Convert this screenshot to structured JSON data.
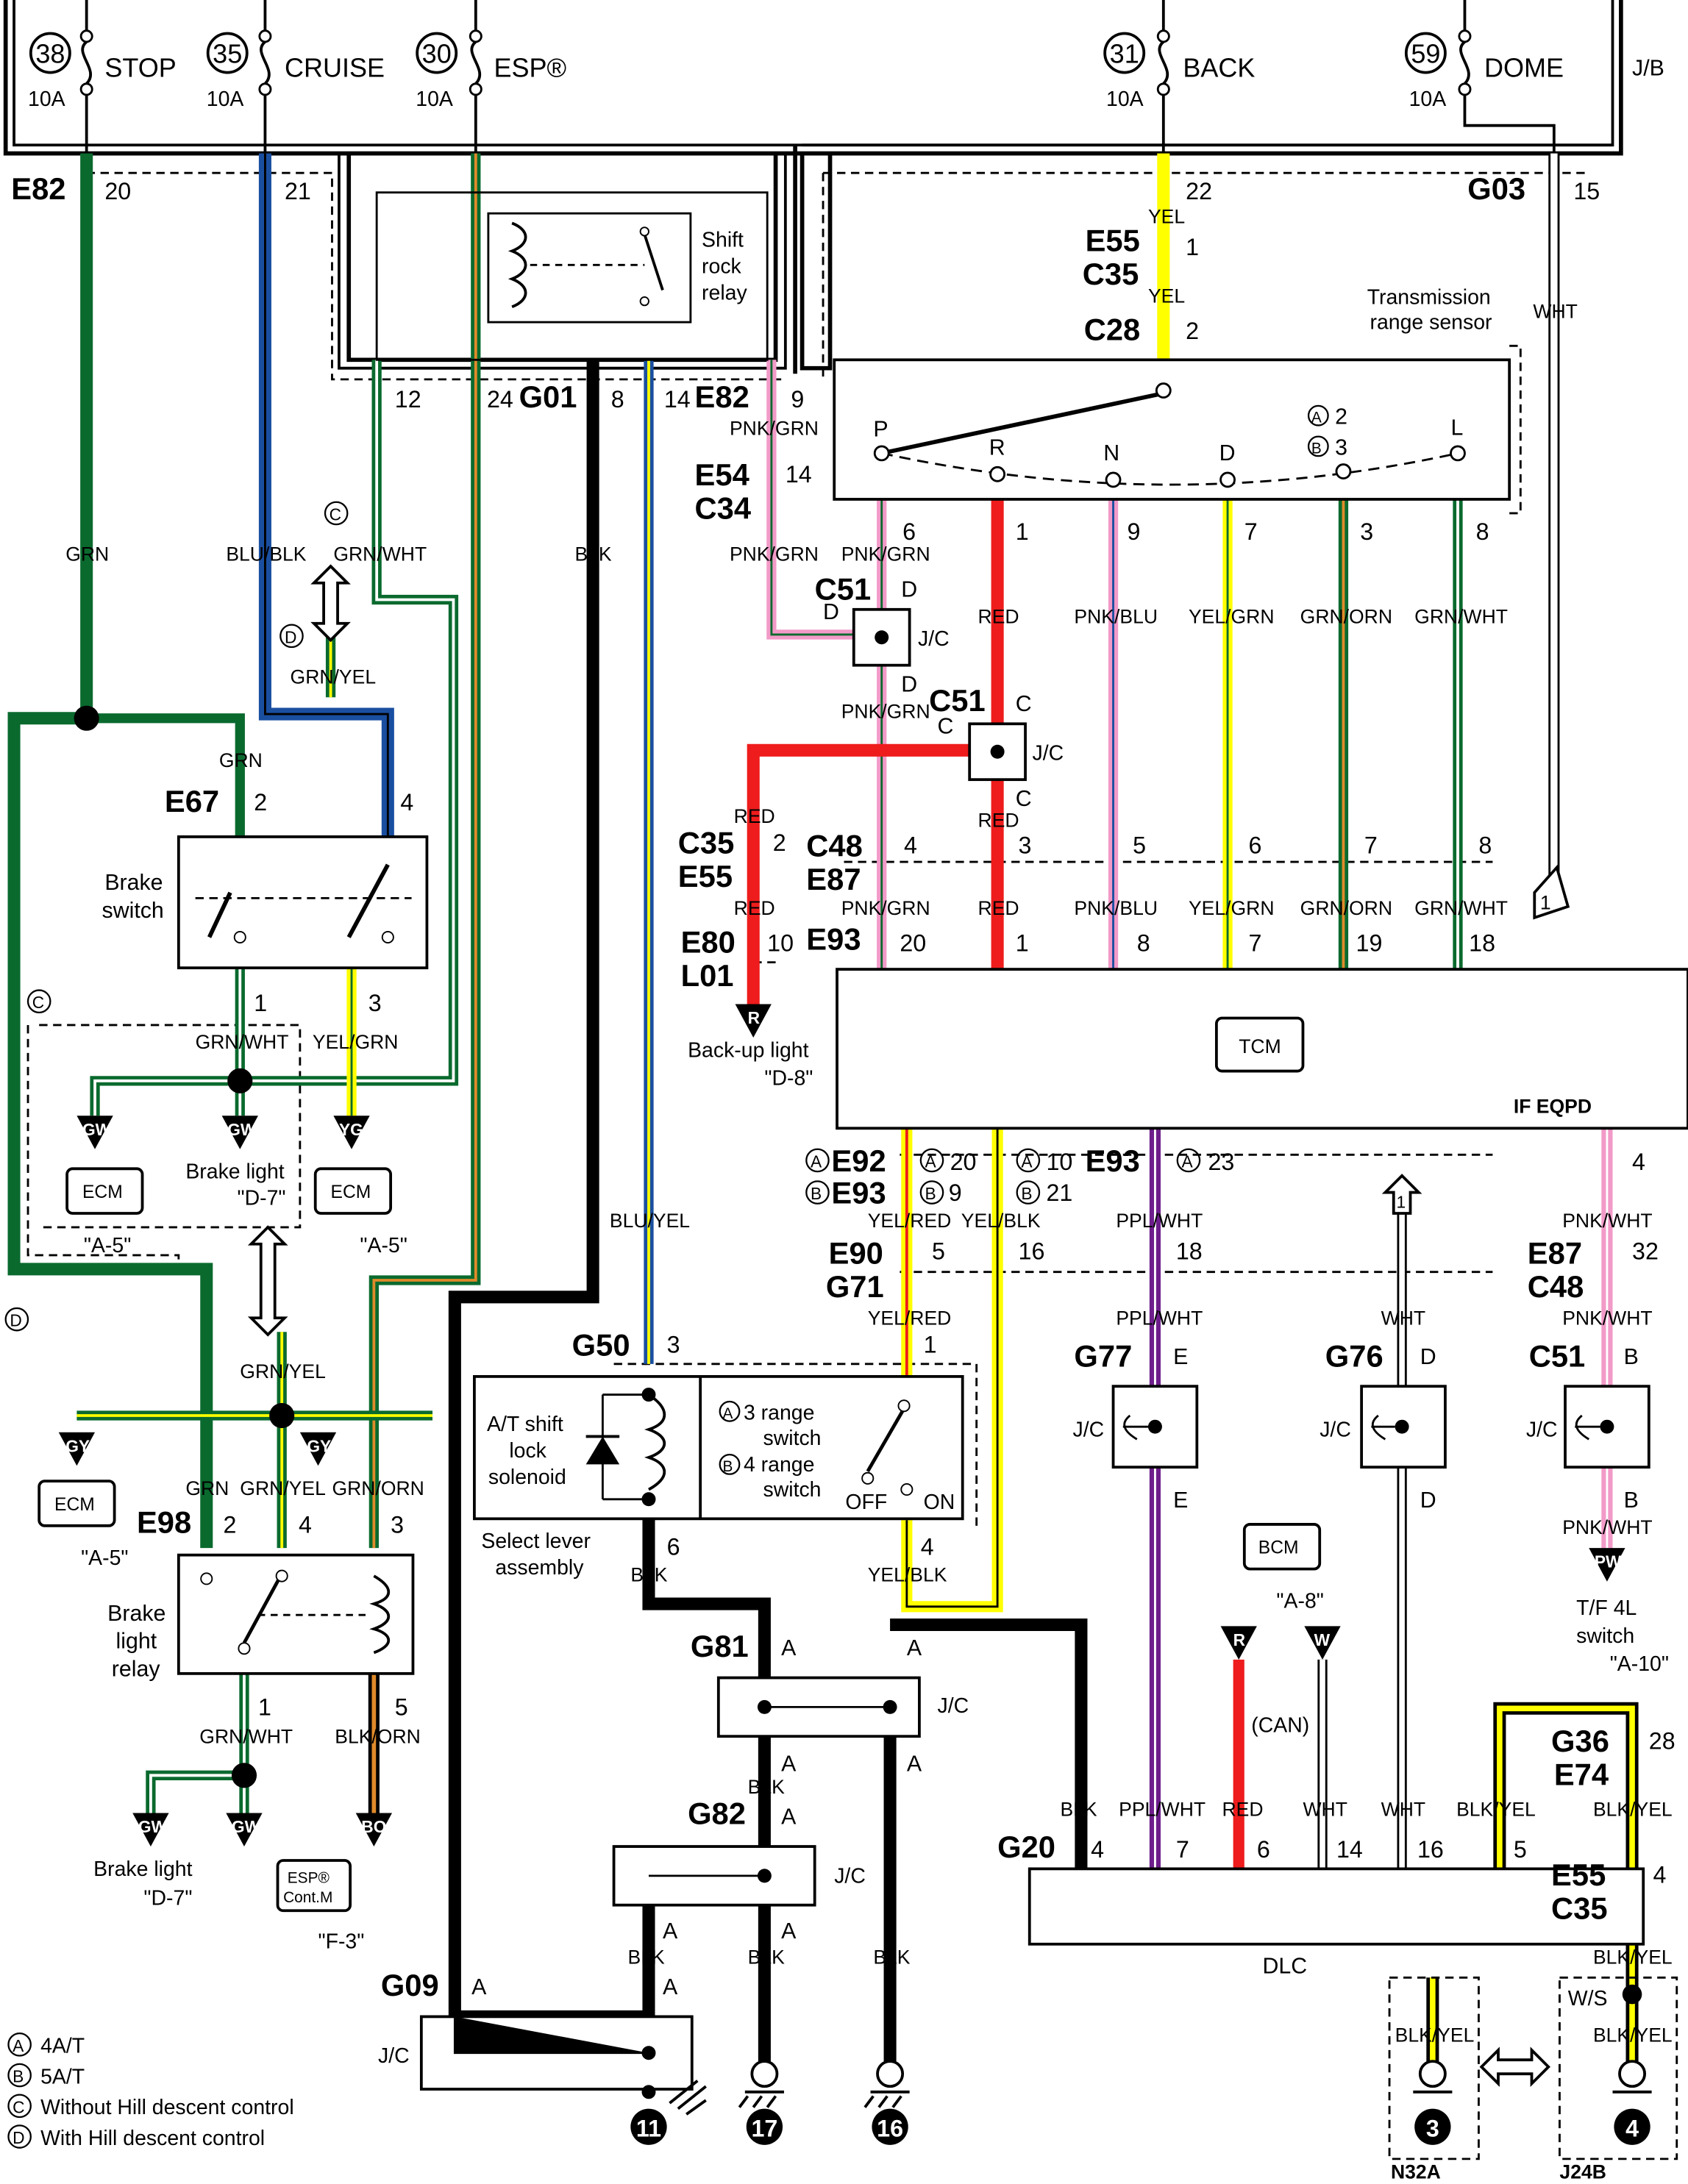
{
  "fuses": [
    {
      "num": "38",
      "amps": "10A",
      "name": "STOP"
    },
    {
      "num": "35",
      "amps": "10A",
      "name": "CRUISE"
    },
    {
      "num": "30",
      "amps": "10A",
      "name": "ESP®"
    },
    {
      "num": "31",
      "amps": "10A",
      "name": "BACK"
    },
    {
      "num": "59",
      "amps": "10A",
      "name": "DOME"
    }
  ],
  "jb_label": "J/B",
  "connectors": {
    "e82": "E82",
    "g03": "G03",
    "e55": "E55",
    "c35": "C35",
    "c28": "C28",
    "g01": "G01",
    "e54": "E54",
    "c34": "C34",
    "c51": "C51",
    "e67": "E67",
    "c48": "C48",
    "e87": "E87",
    "e80": "E80",
    "l01": "L01",
    "e93": "E93",
    "e92": "E92",
    "e90": "E90",
    "g71": "G71",
    "g77": "G77",
    "g76": "G76",
    "g50": "G50",
    "e98": "E98",
    "g81": "G81",
    "g82": "G82",
    "g20": "G20",
    "g09": "G09",
    "g36": "G36",
    "e74": "E74"
  },
  "pins": {
    "p20": "20",
    "p21": "21",
    "p22": "22",
    "p15": "15",
    "p1": "1",
    "p2": "2",
    "p12": "12",
    "p24": "24",
    "p8": "8",
    "p14": "14",
    "p9": "9",
    "p4": "4",
    "p3": "3",
    "p6": "6",
    "p7": "7",
    "p5": "5",
    "p10": "10",
    "p19": "19",
    "p18": "18",
    "p23": "23",
    "p16": "16",
    "p32": "32",
    "p28": "28",
    "p21b": "21"
  },
  "pin_letters": {
    "a": "A",
    "b": "B",
    "c": "C",
    "d": "D",
    "e": "E"
  },
  "wires": {
    "grn": "GRN",
    "blu_blk": "BLU/BLK",
    "grn_wht": "GRN/WHT",
    "grn_yel": "GRN/YEL",
    "blk": "BLK",
    "blu_yel": "BLU/YEL",
    "yel": "YEL",
    "wht": "WHT",
    "pnk_grn": "PNK/GRN",
    "red": "RED",
    "pnk_blu": "PNK/BLU",
    "yel_grn": "YEL/GRN",
    "grn_orn": "GRN/ORN",
    "yel_red": "YEL/RED",
    "yel_blk": "YEL/BLK",
    "ppl_wht": "PPL/WHT",
    "pnk_wht": "PNK/WHT",
    "blk_orn": "BLK/ORN",
    "blk_yel": "BLK/YEL",
    "can": "(CAN)"
  },
  "components": {
    "shift_lock_relay": [
      "Shift",
      "rock",
      "relay"
    ],
    "trans_range_sensor": [
      "Transmission",
      "range sensor"
    ],
    "positions": [
      "P",
      "R",
      "N",
      "D",
      "2",
      "3",
      "L"
    ],
    "brake_switch": [
      "Brake",
      "switch"
    ],
    "brake_light_relay": [
      "Brake",
      "light",
      "relay"
    ],
    "tcm": "TCM",
    "if_eqpd": "IF EQPD",
    "jc": "J/C",
    "shift_solenoid": [
      "A/T shift",
      "lock",
      "solenoid"
    ],
    "range_switch": [
      "3 range",
      "switch",
      "4 range",
      "switch"
    ],
    "off": "OFF",
    "on": "ON",
    "select_lever": [
      "Select lever",
      "assembly"
    ],
    "ecm": "ECM",
    "bcm": "BCM",
    "esp": [
      "ESP®",
      "Cont.M"
    ],
    "dlc": "DLC",
    "ws": "W/S",
    "tf_switch": [
      "T/F 4L",
      "switch"
    ],
    "backup_light": "Back-up light",
    "brake_light": "Brake light"
  },
  "refs": {
    "d8": "\"D-8\"",
    "d7": "\"D-7\"",
    "a5": "\"A-5\"",
    "a8": "\"A-8\"",
    "a10": "\"A-10\"",
    "f3": "\"F-3\""
  },
  "tags": {
    "gw": "GW",
    "yg": "YG",
    "gy": "GY",
    "bo": "BO",
    "r": "R",
    "w": "W",
    "pw": "PW",
    "one": "1"
  },
  "grounds": [
    "11",
    "17",
    "16",
    "3",
    "4"
  ],
  "ground_codes": [
    "N32A",
    "J24B"
  ],
  "legend": [
    {
      "mark": "A",
      "text": "4A/T"
    },
    {
      "mark": "B",
      "text": "5A/T"
    },
    {
      "mark": "C",
      "text": "Without Hill descent control"
    },
    {
      "mark": "D",
      "text": "With Hill descent control"
    }
  ],
  "colors": {
    "grn": "#0a6a2e",
    "blu": "#1a4fa0",
    "red": "#ee1c1c",
    "pnk": "#f29ac8",
    "yel": "#ffff00",
    "orn": "#e08a2a",
    "ppl": "#6e1e8c",
    "blk": "#000000"
  }
}
